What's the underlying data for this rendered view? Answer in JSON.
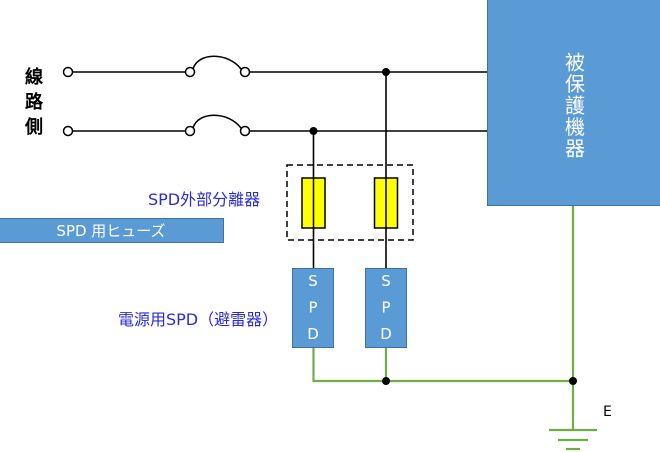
{
  "line_side": {
    "label": "線路側"
  },
  "protected_equipment": {
    "label": "被保護機器"
  },
  "spd_disconnector": {
    "label": "SPD外部分離器"
  },
  "spd_fuse_banner": {
    "label": "SPD 用ヒューズ"
  },
  "power_spd": {
    "label": "電源用SPD（避雷器）"
  },
  "spd_units": [
    {
      "label": "SPD"
    },
    {
      "label": "SPD"
    }
  ],
  "earth": {
    "label": "E"
  },
  "colors": {
    "box_fill": "#5b9bd5",
    "box_border": "#41719c",
    "label_blue": "#2b2bd6",
    "fuse_yellow": "#ffff00",
    "ground_green": "#70ad47",
    "wire": "#000000"
  }
}
